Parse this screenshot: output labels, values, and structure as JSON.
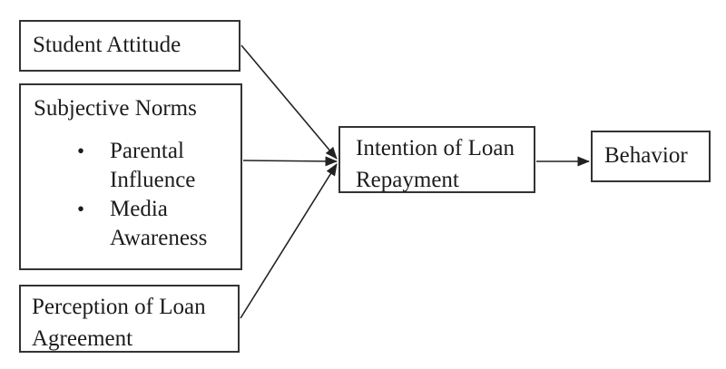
{
  "diagram": {
    "nodes": {
      "student_attitude": {
        "label": "Student Attitude"
      },
      "subjective_norms": {
        "label": "Subjective Norms",
        "bullets": [
          "Parental Influence",
          "Media Awareness"
        ]
      },
      "perception_of_loan_agreement": {
        "label": "Perception of Loan Agreement"
      },
      "intention_of_loan_repayment": {
        "label": "Intention of Loan Repayment"
      },
      "behavior": {
        "label": "Behavior"
      }
    },
    "edges": [
      {
        "from": "student_attitude",
        "to": "intention_of_loan_repayment"
      },
      {
        "from": "subjective_norms",
        "to": "intention_of_loan_repayment"
      },
      {
        "from": "perception_of_loan_agreement",
        "to": "intention_of_loan_repayment"
      },
      {
        "from": "intention_of_loan_repayment",
        "to": "behavior"
      }
    ],
    "bullet_glyph": "•",
    "colors": {
      "background": "#ffffff",
      "border": "#333333",
      "text": "#1c1c1c",
      "arrow": "#222222"
    }
  }
}
